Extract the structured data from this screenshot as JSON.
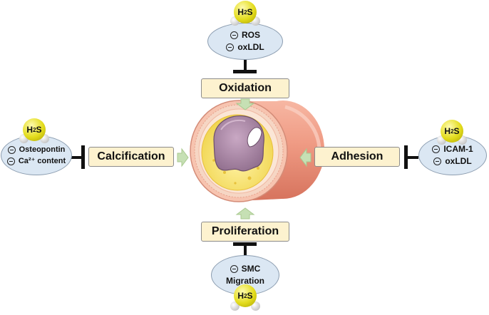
{
  "center": {
    "label": ""
  },
  "processes": {
    "oxidation": "Oxidation",
    "calcification": "Calcification",
    "adhesion": "Adhesion",
    "proliferation": "Proliferation"
  },
  "effects": {
    "top": {
      "lines": [
        "ROS",
        "oxLDL"
      ]
    },
    "left": {
      "lines": [
        "Osteopontin",
        "Ca²⁺ content"
      ]
    },
    "right": {
      "lines": [
        "ICAM-1",
        "oxLDL"
      ]
    },
    "bottom": {
      "lines": [
        "SMC",
        "Migration"
      ]
    }
  },
  "molecule": {
    "main": "H",
    "sub": "2",
    "tail": "S"
  },
  "colors": {
    "process_fill": "#fdf2cf",
    "effect_fill": "#dbe7f3",
    "arrow_fill": "#c6e0b4",
    "sulfur": "#e3dc1c",
    "vessel_outer": "#ee9c86",
    "plaque": "#f6df6a"
  }
}
